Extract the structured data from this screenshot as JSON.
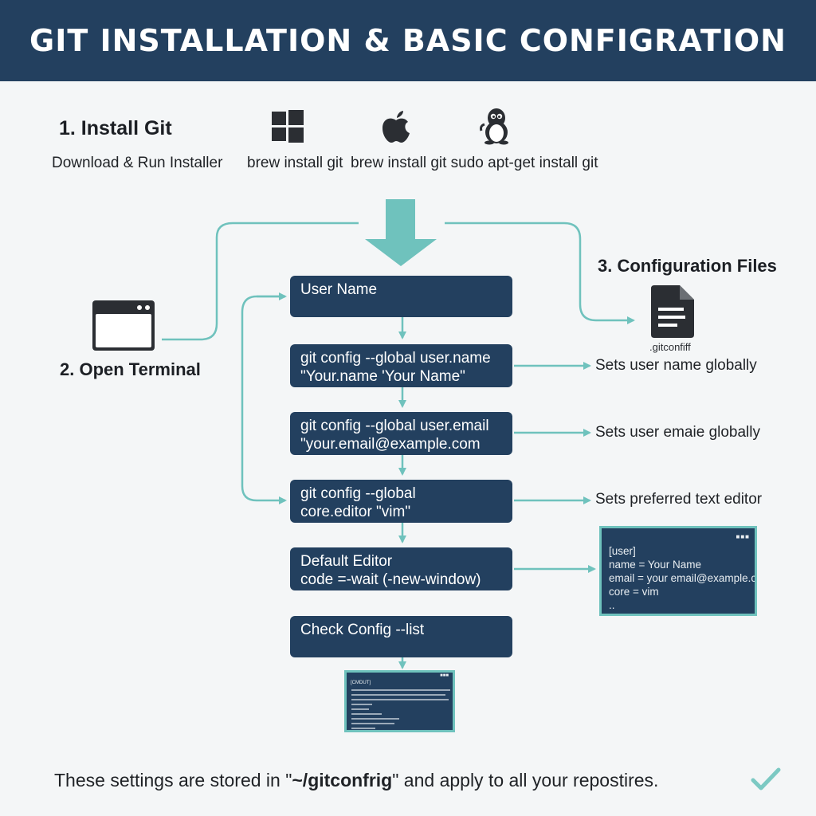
{
  "header": {
    "title": "GIT INSTALLATION & BASIC CONFIGRATION"
  },
  "install": {
    "heading": "1. Install Git",
    "windows_text": "Download & Run Installer",
    "mac_text": "brew install git",
    "linux_text": "brew install git sudo apt-get install git",
    "icons": [
      "windows-icon",
      "apple-icon",
      "linux-icon"
    ]
  },
  "terminal": {
    "label": "2. Open Terminal",
    "icon": "terminal-icon"
  },
  "config_files": {
    "heading": "3. Configuration Files",
    "file_name": ".gitconfiff",
    "icon": "file-icon"
  },
  "steps": [
    {
      "line1": "User Name",
      "line2": ""
    },
    {
      "line1": "git config --global user.name",
      "line2": "\"Your.name 'Your Name\""
    },
    {
      "line1": "git config --global user.email",
      "line2": "\"your.email@example.com"
    },
    {
      "line1": "git config --global",
      "line2": "core.editor \"vim\""
    },
    {
      "line1": "Default Editor",
      "line2": "code =-wait (-new-window)"
    },
    {
      "line1": "Check Config --list",
      "line2": ""
    }
  ],
  "notes": {
    "name": "Sets user name globally",
    "email": "Sets user emaie globally",
    "editor": "Sets preferred text editor"
  },
  "config_preview": {
    "lines": [
      "[user]",
      "name = Your Name",
      "email = your email@example.com",
      "core = vim",
      ".."
    ]
  },
  "output_preview": {
    "header": "[CMDUT]"
  },
  "footer": {
    "prefix": "These settings are stored in \"",
    "path": "~/gitconfrig",
    "suffix": "\" and apply to all your repostires."
  },
  "colors": {
    "navy": "#23405f",
    "teal": "#6fc2bd",
    "check": "#7cc9c3"
  }
}
